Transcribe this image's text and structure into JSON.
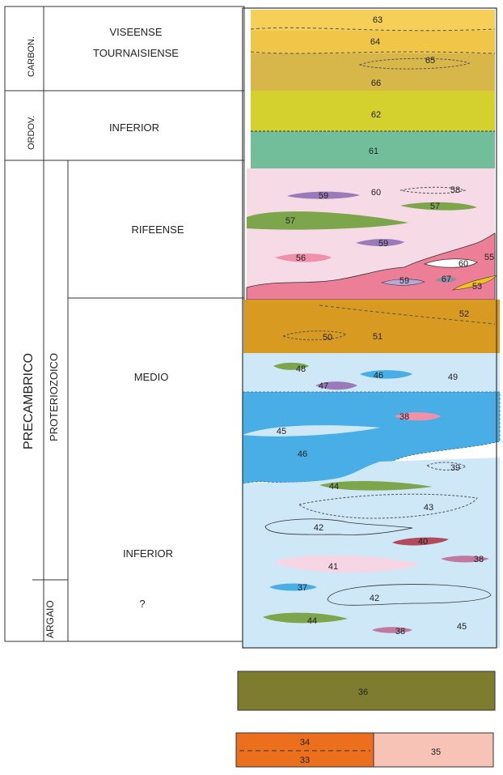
{
  "left_table": {
    "eras": [
      "CARBON.",
      "ORDOV.",
      "PRECAMBRICO"
    ],
    "subera": [
      "PROTERIOZOICO",
      "ARGAIO"
    ],
    "stages": [
      "VISEENSE",
      "TOURNAISIENSE",
      "INFERIOR",
      "RIFEENSE",
      "MEDIO",
      "INFERIOR",
      "?"
    ]
  },
  "column_units": {
    "carbon": [
      "63",
      "64",
      "65",
      "66"
    ],
    "ordov": [
      "62",
      "61"
    ],
    "rifeense": [
      "60",
      "58",
      "59",
      "57",
      "57",
      "59",
      "56",
      "60",
      "55",
      "59",
      "67",
      "53"
    ],
    "medio_upper": [
      "52",
      "51",
      "50"
    ],
    "medio": [
      "48",
      "46",
      "49",
      "47",
      "38",
      "45",
      "46",
      "39",
      "44",
      "43"
    ],
    "inferior": [
      "42",
      "40",
      "38",
      "41",
      "37",
      "42",
      "44",
      "38",
      "45"
    ]
  },
  "legend": {
    "box36": "36",
    "box34": "34",
    "box33": "33",
    "box35": "35"
  },
  "colors": {
    "carbon_yellow": "#f5cf58",
    "carbon_olive": "#d7b64a",
    "ordov_yellow": "#d4d12e",
    "ordov_green": "#72be9a",
    "rifeense_pink": "#f6dbe6",
    "rifeense_base": "#ec7e98",
    "medio_brown": "#d99a22",
    "light_blue": "#cfe8f8",
    "mid_blue": "#4aaee6",
    "olive_green": "#7da54c",
    "purple": "#9a7ab8",
    "pink_lens": "#ef91aa",
    "maroon": "#b04a5c",
    "box36": "#7d7c2f",
    "box_orange": "#ec6f1e",
    "box_pink": "#f7c3b6"
  }
}
